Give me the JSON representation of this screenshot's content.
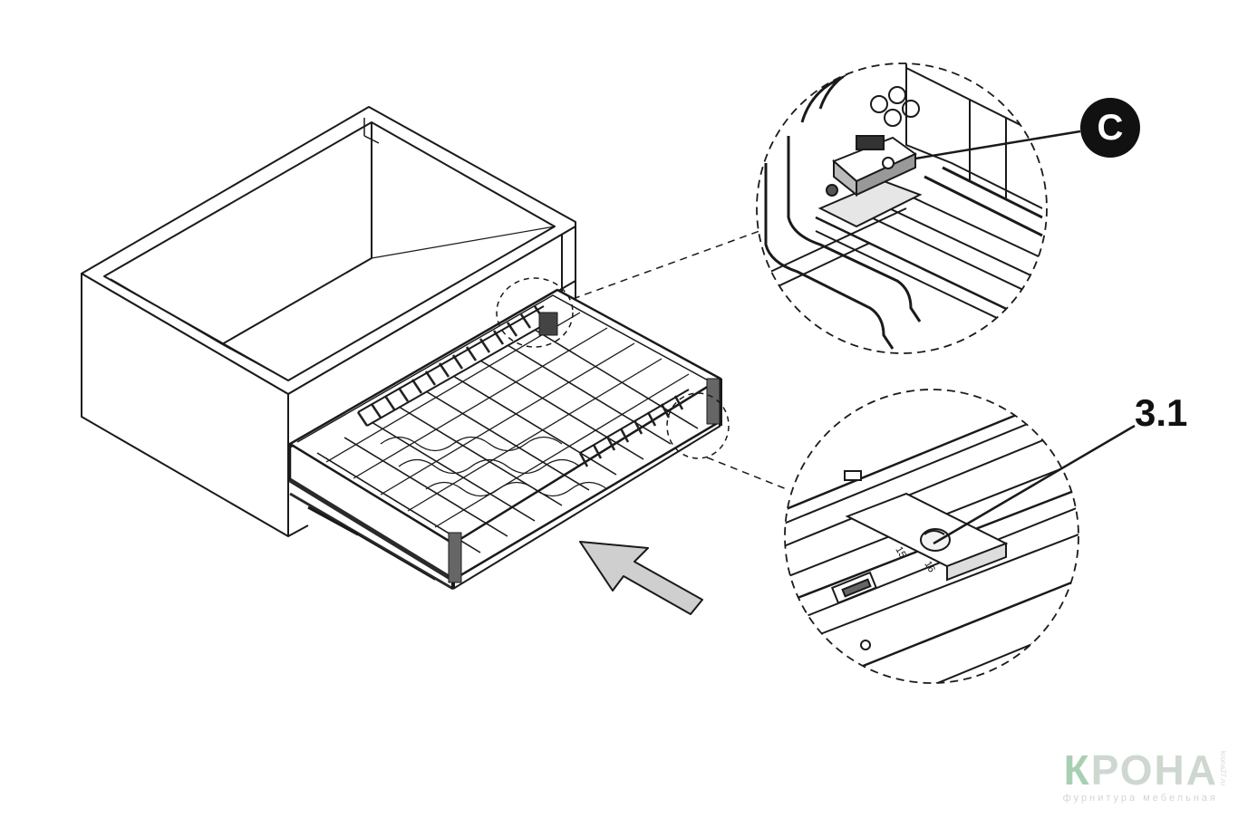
{
  "callouts": {
    "c_label": "C",
    "step_label": "3.1"
  },
  "zoom_detail": {
    "rail_numbers": [
      "15",
      "16"
    ]
  },
  "brand": {
    "name_first": "К",
    "name_rest": "РОНА",
    "tagline": "фурнитура мебельная",
    "side_text": "kronа27.ru"
  },
  "colors": {
    "line": "#1a1a1a",
    "arrow_fill": "#cfcfcf",
    "brand_green": "#a9cfb3"
  }
}
